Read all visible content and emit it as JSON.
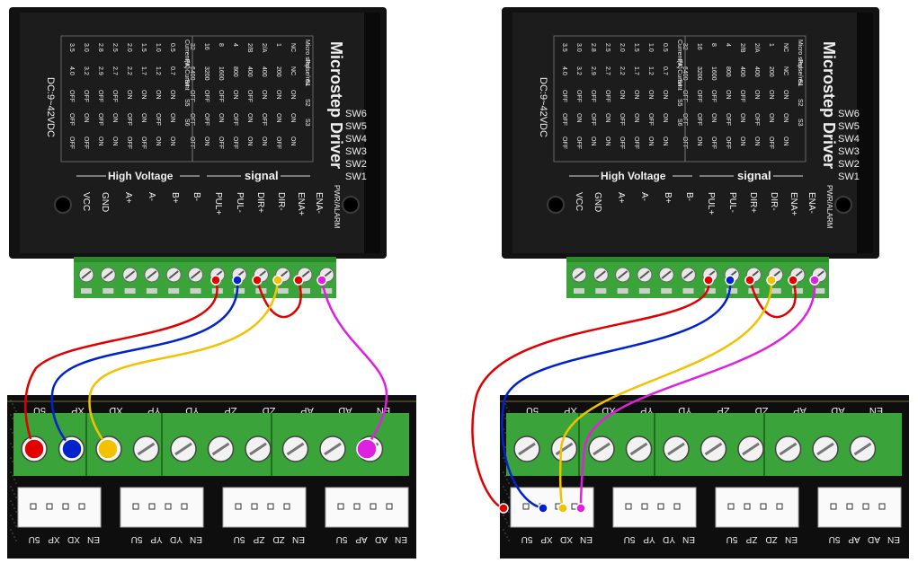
{
  "colors": {
    "driver_body": "#1c1c1c",
    "terminal_green": "#3aa33a",
    "board_black": "#0e0e0e",
    "wire_red": "#e00000",
    "wire_blue": "#0022cc",
    "wire_yellow": "#f2c200",
    "wire_magenta": "#e020e0",
    "silk_text": "#f0f0f0",
    "copper": "#c8a050"
  },
  "driver": {
    "title": "Microstep Driver",
    "voltage": "DC:9~42VDC",
    "group_high_voltage": "High Voltage",
    "group_signal": "signal",
    "switch_labels": [
      "SW6",
      "SW5",
      "SW4",
      "SW3",
      "SW2",
      "SW1"
    ],
    "terminals": [
      "VCC",
      "GND",
      "A+",
      "A-",
      "B+",
      "B-",
      "PUL+",
      "PUL-",
      "DIR+",
      "DIR-",
      "ENA+",
      "ENA-"
    ],
    "pwr_alarm": "PWR/ALARM",
    "table_micro_header": [
      "Micro step",
      "Pulse/rev",
      "S1",
      "S2",
      "S3"
    ],
    "table_micro_rows": [
      [
        "NC",
        "NC",
        "ON",
        "ON",
        "ON"
      ],
      [
        "1",
        "200",
        "ON",
        "ON",
        "OFF"
      ],
      [
        "2/A",
        "400",
        "ON",
        "OFF",
        "ON"
      ],
      [
        "2/B",
        "400",
        "OFF",
        "ON",
        "ON"
      ],
      [
        "4",
        "800",
        "ON",
        "OFF",
        "OFF"
      ],
      [
        "8",
        "1600",
        "OFF",
        "ON",
        "OFF"
      ],
      [
        "16",
        "3200",
        "OFF",
        "OFF",
        "ON"
      ],
      [
        "32",
        "6400",
        "OFF",
        "OFF",
        "OFF"
      ]
    ],
    "table_current_header": [
      "Current(A)",
      "PK Current",
      "S4",
      "S5",
      "S6"
    ],
    "table_current_rows": [
      [
        "0.5",
        "0.7",
        "ON",
        "ON",
        "ON"
      ],
      [
        "1.0",
        "1.2",
        "ON",
        "OFF",
        "ON"
      ],
      [
        "1.5",
        "1.7",
        "ON",
        "ON",
        "OFF"
      ],
      [
        "2.0",
        "2.2",
        "ON",
        "OFF",
        "OFF"
      ],
      [
        "2.5",
        "2.7",
        "OFF",
        "ON",
        "ON"
      ],
      [
        "2.8",
        "2.9",
        "OFF",
        "OFF",
        "ON"
      ],
      [
        "3.0",
        "3.2",
        "OFF",
        "ON",
        "OFF"
      ],
      [
        "3.5",
        "4.0",
        "OFF",
        "OFF",
        "OFF"
      ]
    ]
  },
  "board": {
    "top_labels": [
      "5U",
      "XP",
      "XD",
      "YP",
      "YD",
      "ZP",
      "ZD",
      "AP",
      "AD",
      "EN"
    ],
    "connector_labels": [
      [
        "EN",
        "XD",
        "XP",
        "5U"
      ],
      [
        "EN",
        "YD",
        "YP",
        "5U"
      ],
      [
        "EN",
        "ZD",
        "ZP",
        "5U"
      ],
      [
        "EN",
        "AD",
        "AP",
        "5U"
      ]
    ]
  }
}
